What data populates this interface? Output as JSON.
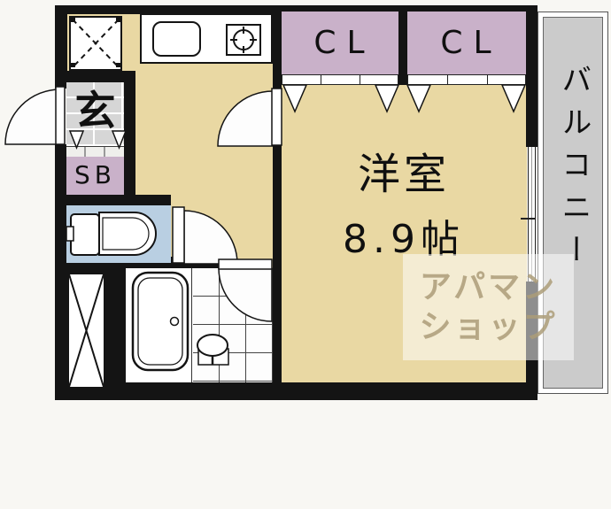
{
  "floorplan": {
    "rooms": {
      "main": {
        "name": "洋室",
        "size": "8.9帖"
      },
      "balcony": {
        "label": "バルコニー"
      },
      "entrance": {
        "label": "玄"
      },
      "shoe_box": {
        "label": "SB"
      },
      "closet_left": {
        "label": "CL"
      },
      "closet_right": {
        "label": "CL"
      }
    },
    "watermark": {
      "line1": "アパマン",
      "line2": "ショップ"
    },
    "colors": {
      "wall": "#141414",
      "room_tan": "#e9d8a3",
      "closet_purple": "#c9b1c9",
      "toilet_blue": "#b9cfe2",
      "balcony_grey": "#cbcbcb",
      "entrance_grey": "#d6d6d6",
      "watermark_text": "#ac9c78"
    }
  }
}
